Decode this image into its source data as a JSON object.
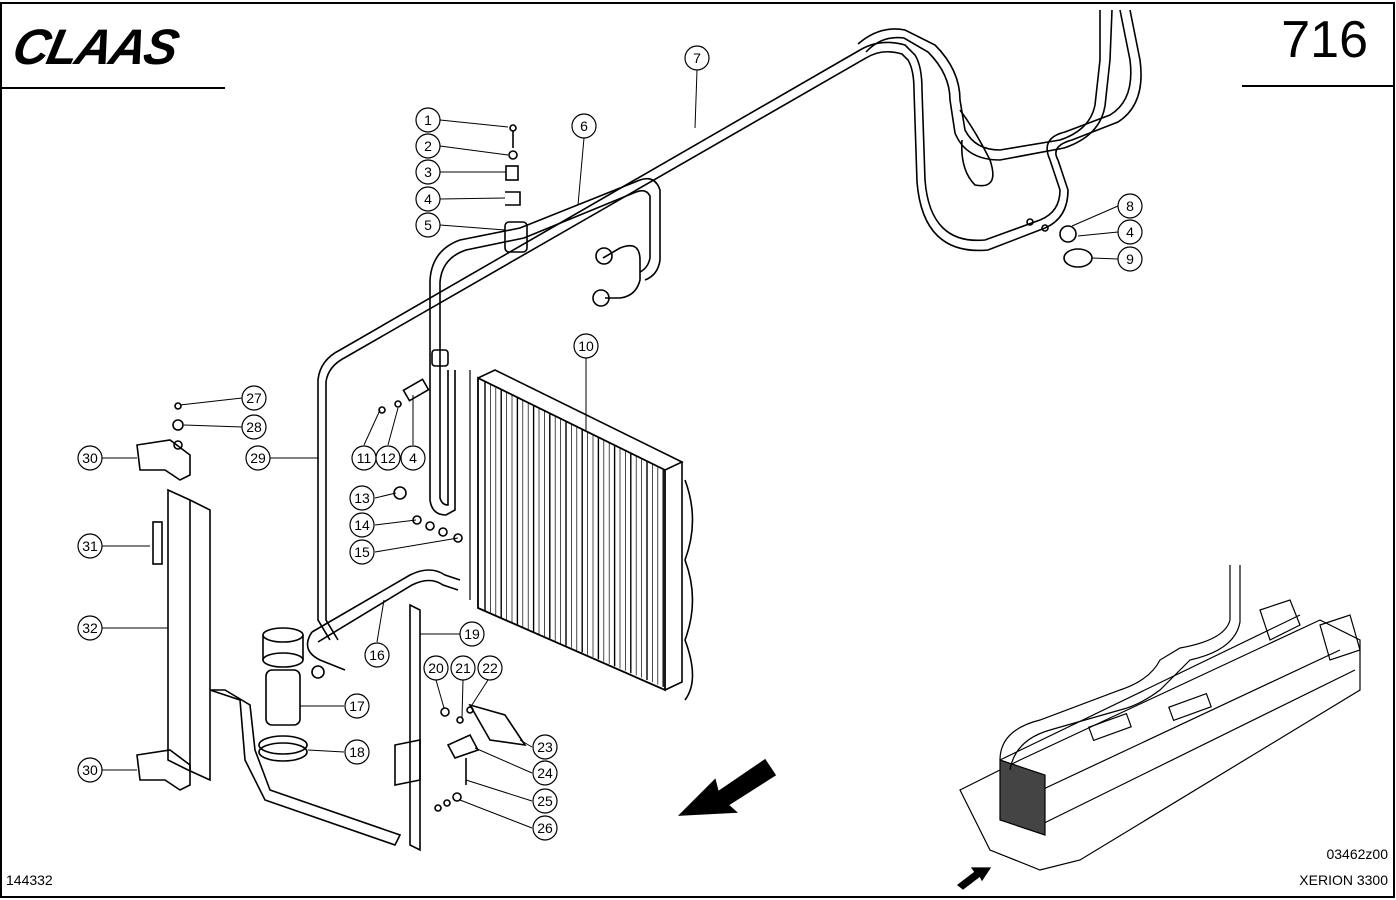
{
  "header": {
    "brand": "CLAAS",
    "page_number": "716"
  },
  "footer": {
    "left_code": "144332",
    "drawing_code": "03462z00",
    "model": "XERION 3300"
  },
  "callouts": [
    "1",
    "2",
    "3",
    "4",
    "5",
    "6",
    "7",
    "8",
    "4",
    "9",
    "10",
    "11",
    "12",
    "4",
    "13",
    "14",
    "15",
    "16",
    "17",
    "18",
    "19",
    "20",
    "21",
    "22",
    "23",
    "24",
    "25",
    "26",
    "27",
    "28",
    "29",
    "30",
    "31",
    "32",
    "30"
  ]
}
